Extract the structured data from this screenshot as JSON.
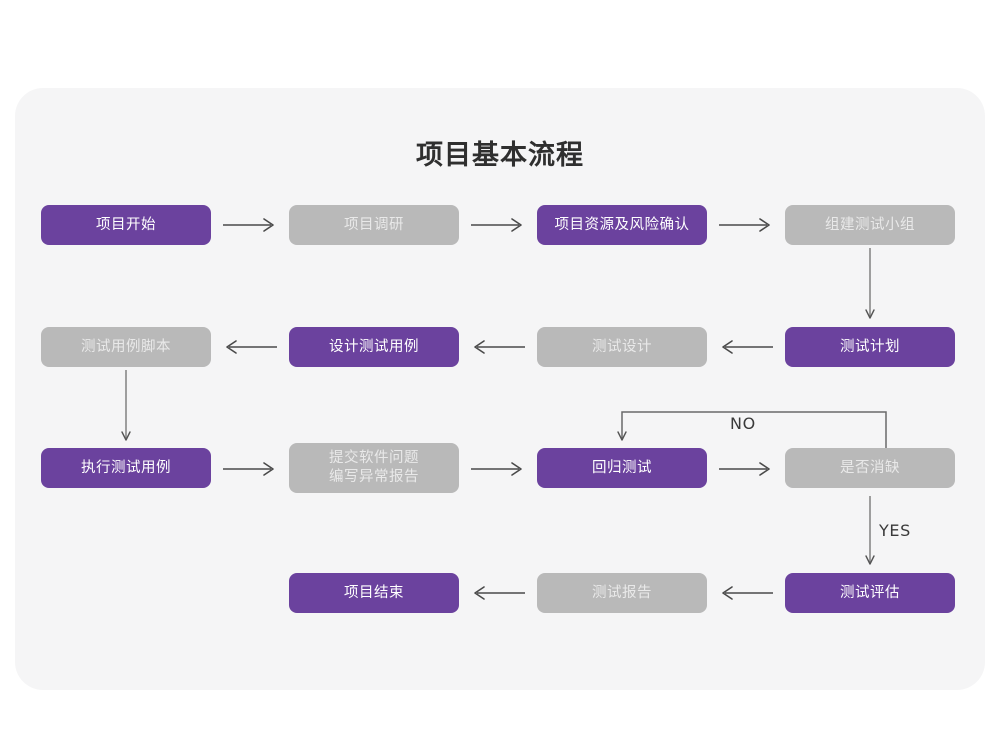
{
  "title": "项目基本流程",
  "colors": {
    "purple": "#6B429E",
    "gray": "#B9B9B9",
    "card_background": "#F5F5F6",
    "page_background": "#FFFFFF",
    "arrow": "#4A4A4A",
    "title_text": "#2F2F2F",
    "purple_text": "#FFFFFF",
    "gray_text": "#E9E9E9"
  },
  "chart_data": {
    "type": "diagram",
    "title": "项目基本流程",
    "nodes": [
      {
        "id": "n1",
        "label": "项目开始",
        "style": "purple",
        "row": 1,
        "col": 1
      },
      {
        "id": "n2",
        "label": "项目调研",
        "style": "gray",
        "row": 1,
        "col": 2
      },
      {
        "id": "n3",
        "label": "项目资源及风险确认",
        "style": "purple",
        "row": 1,
        "col": 3
      },
      {
        "id": "n4",
        "label": "组建测试小组",
        "style": "gray",
        "row": 1,
        "col": 4
      },
      {
        "id": "n5",
        "label": "测试计划",
        "style": "purple",
        "row": 2,
        "col": 4
      },
      {
        "id": "n6",
        "label": "测试设计",
        "style": "gray",
        "row": 2,
        "col": 3
      },
      {
        "id": "n7",
        "label": "设计测试用例",
        "style": "purple",
        "row": 2,
        "col": 2
      },
      {
        "id": "n8",
        "label": "测试用例脚本",
        "style": "gray",
        "row": 2,
        "col": 1
      },
      {
        "id": "n9",
        "label": "执行测试用例",
        "style": "purple",
        "row": 3,
        "col": 1
      },
      {
        "id": "n10",
        "label": "提交软件问题\n编写异常报告",
        "style": "gray",
        "row": 3,
        "col": 2
      },
      {
        "id": "n11",
        "label": "回归测试",
        "style": "purple",
        "row": 3,
        "col": 3
      },
      {
        "id": "n12",
        "label": "是否消缺",
        "style": "gray",
        "row": 3,
        "col": 4
      },
      {
        "id": "n13",
        "label": "测试评估",
        "style": "purple",
        "row": 4,
        "col": 4
      },
      {
        "id": "n14",
        "label": "测试报告",
        "style": "gray",
        "row": 4,
        "col": 3
      },
      {
        "id": "n15",
        "label": "项目结束",
        "style": "purple",
        "row": 4,
        "col": 2
      }
    ],
    "edges": [
      {
        "from": "n1",
        "to": "n2",
        "direction": "right",
        "label": ""
      },
      {
        "from": "n2",
        "to": "n3",
        "direction": "right",
        "label": ""
      },
      {
        "from": "n3",
        "to": "n4",
        "direction": "right",
        "label": ""
      },
      {
        "from": "n4",
        "to": "n5",
        "direction": "down",
        "label": ""
      },
      {
        "from": "n5",
        "to": "n6",
        "direction": "left",
        "label": ""
      },
      {
        "from": "n6",
        "to": "n7",
        "direction": "left",
        "label": ""
      },
      {
        "from": "n7",
        "to": "n8",
        "direction": "left",
        "label": ""
      },
      {
        "from": "n8",
        "to": "n9",
        "direction": "down",
        "label": ""
      },
      {
        "from": "n9",
        "to": "n10",
        "direction": "right",
        "label": ""
      },
      {
        "from": "n10",
        "to": "n11",
        "direction": "right",
        "label": ""
      },
      {
        "from": "n11",
        "to": "n12",
        "direction": "right",
        "label": ""
      },
      {
        "from": "n12",
        "to": "n11",
        "direction": "loop-up-left",
        "label": "NO"
      },
      {
        "from": "n12",
        "to": "n13",
        "direction": "down",
        "label": "YES"
      },
      {
        "from": "n13",
        "to": "n14",
        "direction": "left",
        "label": ""
      },
      {
        "from": "n14",
        "to": "n15",
        "direction": "left",
        "label": ""
      }
    ],
    "edge_labels": {
      "no": "NO",
      "yes": "YES"
    }
  }
}
